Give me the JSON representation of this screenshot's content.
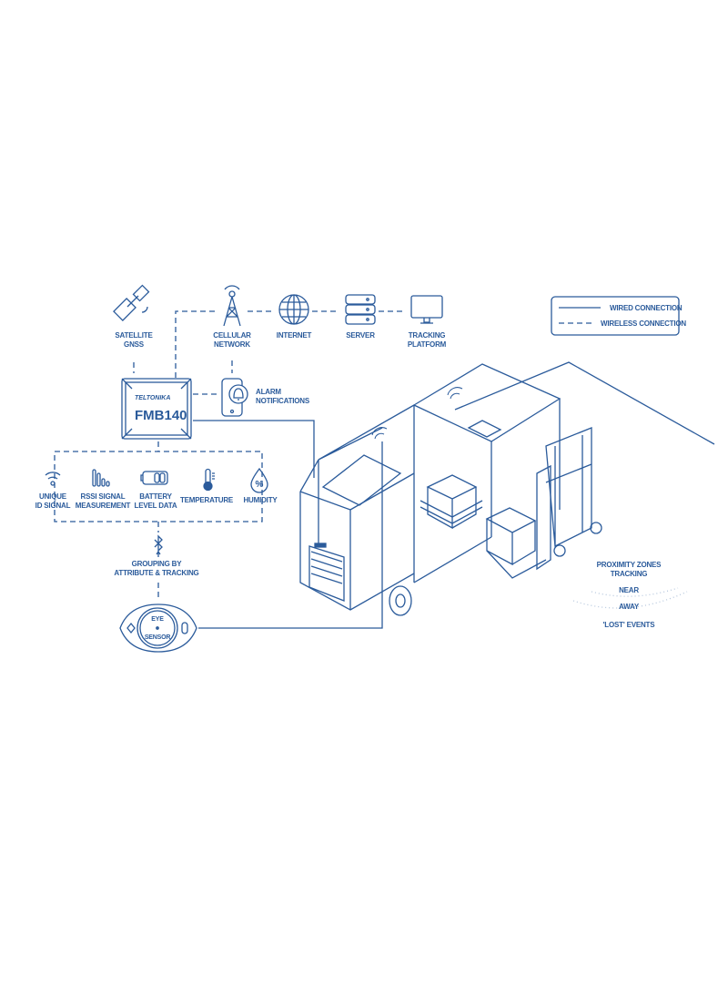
{
  "colors": {
    "stroke": "#2b5b9b",
    "light": "#b7c8de"
  },
  "nodes": {
    "satellite": "SATELLITE\nGNSS",
    "cellular": "CELLULAR\nNETWORK",
    "internet": "INTERNET",
    "server": "SERVER",
    "platform": "TRACKING\nPLATFORM",
    "alarm": "ALARM\nNOTIFICATIONS"
  },
  "device": {
    "brand": "TELTONIKA",
    "model": "FMB140"
  },
  "sensor_data": [
    {
      "label": "UNIQUE\nID SIGNAL",
      "icon": "wifi-icon"
    },
    {
      "label": "RSSI SIGNAL\nMEASUREMENT",
      "icon": "signal-bars-icon"
    },
    {
      "label": "BATTERY\nLEVEL DATA",
      "icon": "battery-icon"
    },
    {
      "label": "TEMPERATURE",
      "icon": "thermometer-icon"
    },
    {
      "label": "HUMIDITY",
      "icon": "humidity-drop-icon"
    }
  ],
  "grouping": "GROUPING BY\nATTRIBUTE & TRACKING",
  "eye_sensor": {
    "top": "EYE",
    "bottom": "SENSOR"
  },
  "legend": {
    "wired": "WIRED CONNECTION",
    "wireless": "WIRELESS CONNECTION"
  },
  "proximity": {
    "title": "PROXIMITY ZONES\nTRACKING",
    "near": "NEAR",
    "away": "AWAY",
    "lost": "'LOST' EVENTS"
  }
}
